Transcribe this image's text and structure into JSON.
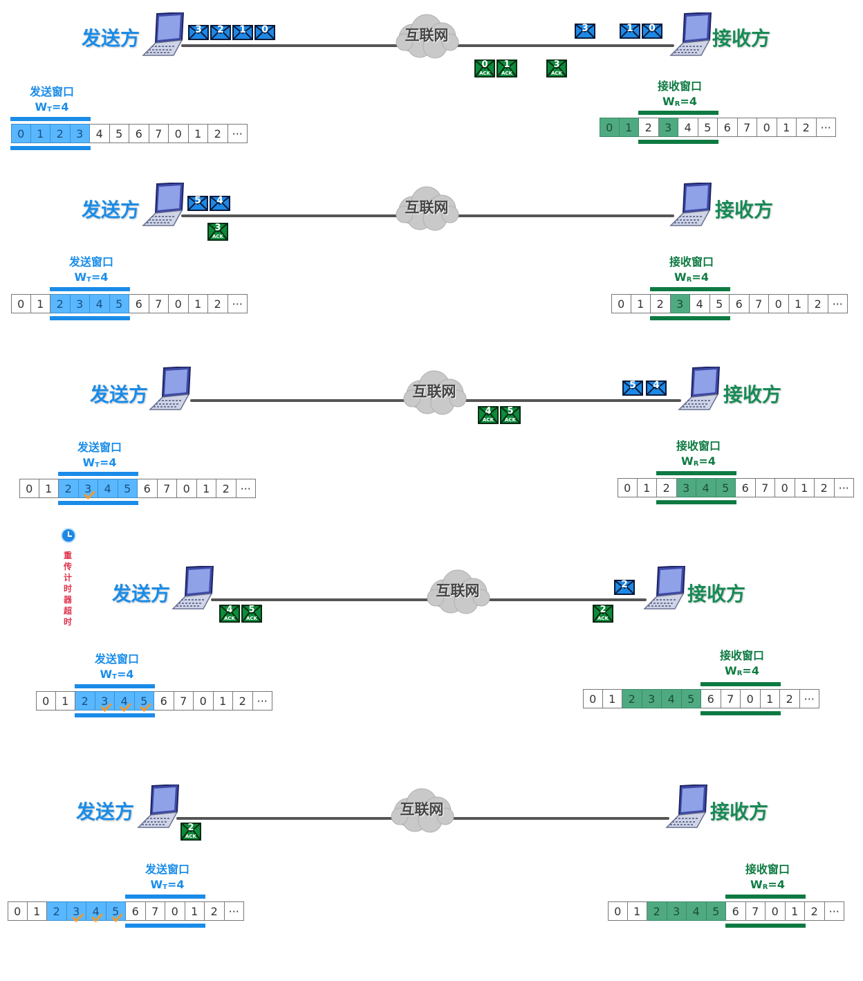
{
  "labels": {
    "sender": "发送方",
    "receiver": "接收方",
    "internet": "互联网",
    "send_window": "发送窗口",
    "recv_window": "接收窗口",
    "wt": "=4",
    "wr": "=4",
    "ack": "ACK",
    "ellipsis": "···",
    "timeout": "重传计时器超时"
  },
  "sequence": [
    "0",
    "1",
    "2",
    "3",
    "4",
    "5",
    "6",
    "7",
    "0",
    "1",
    "2"
  ],
  "colors": {
    "sender": "#1a8ce8",
    "receiver": "#0e7a42",
    "packet": "#1e88e5",
    "ack": "#0d8a3a",
    "check": "#f29a2e"
  },
  "stages": [
    {
      "data_packets": [
        "3",
        "2",
        "1",
        "0",
        "3",
        "1",
        "0"
      ],
      "acks": [
        "0",
        "1",
        "3"
      ],
      "send_window": {
        "start": 0,
        "size": 4,
        "filled": [
          0,
          1,
          2,
          3
        ],
        "acked": []
      },
      "recv_window": {
        "start": 2,
        "size": 4,
        "filled": [
          0,
          1,
          3
        ]
      }
    },
    {
      "data_packets": [
        "5",
        "4"
      ],
      "acks": [
        "3"
      ],
      "send_window": {
        "start": 2,
        "size": 4,
        "filled": [
          2,
          3,
          4,
          5
        ],
        "acked": []
      },
      "recv_window": {
        "start": 2,
        "size": 4,
        "filled": [
          3
        ]
      }
    },
    {
      "data_packets": [
        "5",
        "4"
      ],
      "acks": [
        "4",
        "5"
      ],
      "send_window": {
        "start": 2,
        "size": 4,
        "filled": [
          2,
          3,
          4,
          5
        ],
        "acked": [
          3
        ]
      },
      "recv_window": {
        "start": 2,
        "size": 4,
        "filled": [
          3,
          4,
          5
        ]
      }
    },
    {
      "data_packets": [
        "2"
      ],
      "acks": [
        "4",
        "5",
        "2"
      ],
      "send_window": {
        "start": 2,
        "size": 4,
        "filled": [
          2,
          3,
          4,
          5
        ],
        "acked": [
          3,
          4,
          5
        ]
      },
      "recv_window": {
        "start": 6,
        "size": 4,
        "filled": [
          2,
          3,
          4,
          5
        ]
      }
    },
    {
      "data_packets": [],
      "acks": [
        "2"
      ],
      "send_window": {
        "start": 6,
        "size": 4,
        "filled": [
          2,
          3,
          4,
          5
        ],
        "acked": [
          3,
          4,
          5
        ]
      },
      "recv_window": {
        "start": 6,
        "size": 4,
        "filled": [
          2,
          3,
          4,
          5
        ]
      }
    }
  ]
}
